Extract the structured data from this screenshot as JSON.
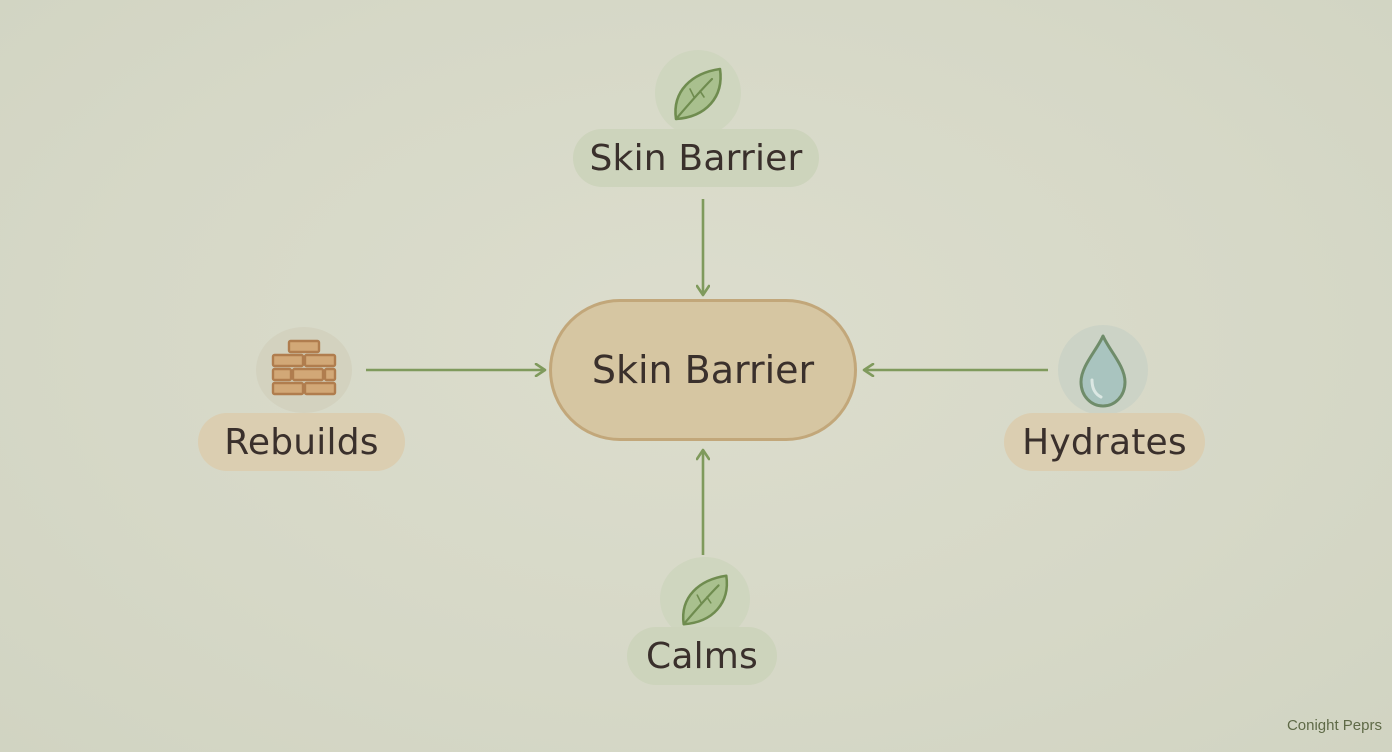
{
  "diagram": {
    "center": {
      "label": "Skin Barrier"
    },
    "nodes": [
      {
        "id": "top",
        "label": "Skin Barrier",
        "icon": "leaf-icon"
      },
      {
        "id": "left",
        "label": "Rebuilds",
        "icon": "brick-wall-icon"
      },
      {
        "id": "right",
        "label": "Hydrates",
        "icon": "water-drop-icon"
      },
      {
        "id": "bottom",
        "label": "Calms",
        "icon": "leaf-icon"
      }
    ],
    "edges": [
      {
        "from": "top",
        "to": "center"
      },
      {
        "from": "left",
        "to": "center"
      },
      {
        "from": "right",
        "to": "center"
      },
      {
        "from": "bottom",
        "to": "center"
      }
    ]
  },
  "credit": "Conight Peprs",
  "colors": {
    "background": "#d8d9c9",
    "arrow": "#7f9a5c",
    "center_fill": "#d6c6a2",
    "center_border": "#c2a77a",
    "leaf": "#7f9a5c",
    "brick": "#b8875a",
    "drop": "#9bb8b5"
  }
}
